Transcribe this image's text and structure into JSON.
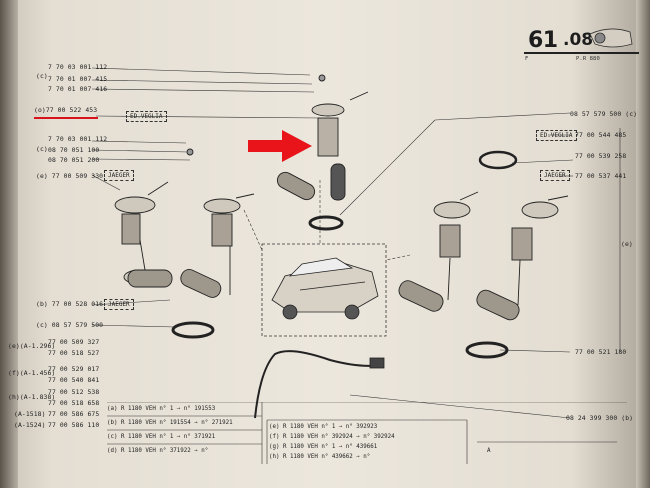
{
  "page": {
    "number_main": "61",
    "number_sub": ".08",
    "left_mark": "F",
    "right_mark": "P.R 880"
  },
  "left_labels": {
    "l1": "7 70 03 001 112",
    "l2": "(c)",
    "l3": "7 70 01 007 415",
    "l4": "7 70 01 007 416",
    "l5": "(o)77 00 522 453",
    "l6": "7 70 03 001 112",
    "l7": "(c)",
    "l8": "08 70 051 100",
    "l9": "08 70 051 200",
    "l10": "(e) 77 00 509 330",
    "l11": "(b) 77 00 528 016",
    "l12": "(c) 08 57 579 500",
    "l13": "(e)(A-1.296)",
    "l14": "77 00 509 327",
    "l15": "77 00 518 527",
    "l16": "(f)(A-1.456)",
    "l17": "77 00 529 017",
    "l18": "77 00 540 841",
    "l19": "(h)(A-1.838)",
    "l20": "77 00 512 538",
    "l21": "77 00 518 658",
    "l22": "(A-1518)",
    "l23": "77 00 586 675",
    "l24": "(A-1524)",
    "l25": "77 00 586 110"
  },
  "right_labels": {
    "r1": "08 57 579 500 (c)",
    "r2": "77 00 544 485",
    "r3": "77 00 539 258",
    "r4": "77 00 537 441",
    "r5": "(e)",
    "r6": "77 00 521 180",
    "r7": "08 24 399 300 (b)"
  },
  "boxes": {
    "b1": "ED.VEGLIA",
    "b2": "JAEGER",
    "b3": "JAEGER",
    "b4": "ED.VEGLIA",
    "b5": "JAEGER"
  },
  "table": {
    "rows_left": [
      "(a)  R 1180  VEH n°      1 → n°   191553",
      "(b)  R 1180  VEH n° 191554 → n°   271921",
      "(c)  R 1180  VEH n°      1 → n° 371921",
      "(d)  R 1180  VEH n° 371922 → n°         "
    ],
    "rows_right": [
      "(e)  R 1180  VEH n°      1 → n°   392923",
      "(f)  R 1180  VEH n° 392924 → n°   392924",
      "(g)  R 1180  VEH n°      1 → n° 439661",
      "(h)  R 1180  VEH n° 439662 → n°         "
    ],
    "corner": "A"
  },
  "colors": {
    "paper": "#ece7dd",
    "ink": "#222222",
    "arrow": "#e8141a",
    "underline": "#d9121b"
  }
}
